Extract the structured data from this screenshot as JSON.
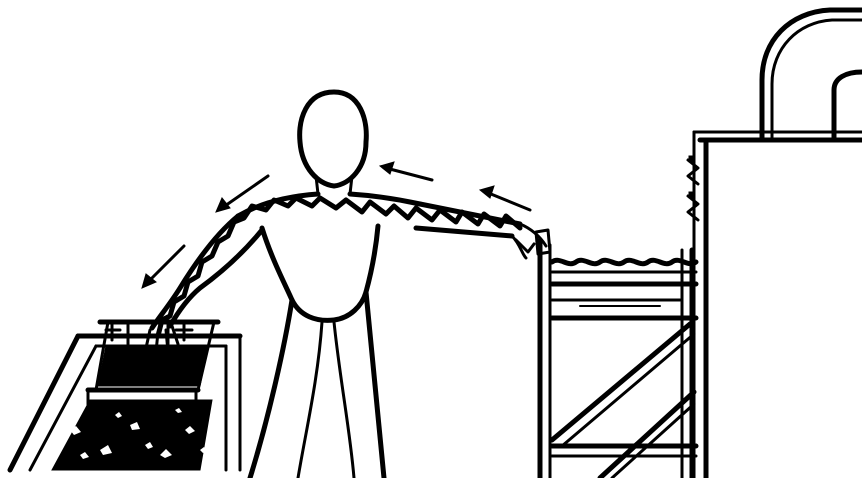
{
  "colors": {
    "background": "#ffffff",
    "ink": "#000000"
  },
  "figure": {
    "style": "black line drawing",
    "elements": [
      "worker-figure",
      "electric-shock-path",
      "current-direction-arrows",
      "tank-left",
      "basket-in-tank",
      "rack-right",
      "machine-cabinet",
      "duct-hood"
    ]
  }
}
